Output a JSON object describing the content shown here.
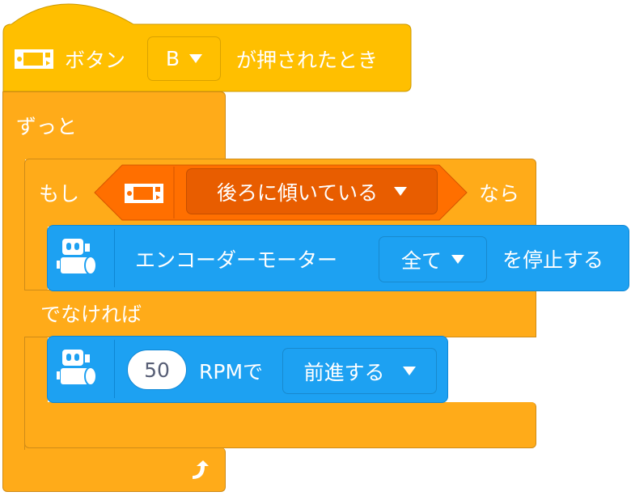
{
  "hat": {
    "label": "ボタン",
    "button_value": "B",
    "suffix": "が押されたとき",
    "icon": "button-board-icon"
  },
  "forever": {
    "label": "ずっと",
    "icon": "loop-arrow-icon"
  },
  "if_else": {
    "if_label": "もし",
    "then_label": "なら",
    "else_label": "でなければ",
    "condition": {
      "icon": "button-board-icon",
      "value": "後ろに傾いている"
    }
  },
  "stop_block": {
    "icon": "robot-icon",
    "label": "エンコーダーモーター",
    "motor_value": "全て",
    "suffix": "を停止する"
  },
  "move_block": {
    "icon": "robot-icon",
    "speed": "50",
    "unit": "RPMで",
    "direction": "前進する"
  },
  "colors": {
    "hat": "#FFBF00",
    "control": "#FFAB19",
    "motion": "#1DA1F2",
    "sensor": "#FF6F00"
  }
}
